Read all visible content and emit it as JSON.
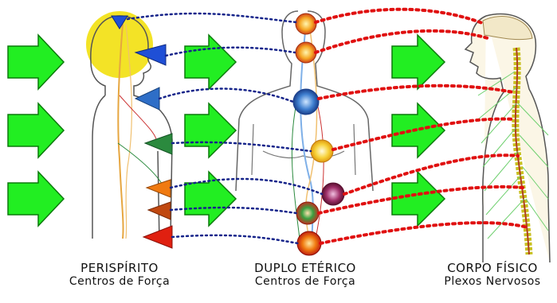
{
  "columns": [
    {
      "title": "PERISPÍRITO",
      "subtitle": "Centros de Força"
    },
    {
      "title": "DUPLO ETÉRICO",
      "subtitle": "Centros de Força"
    },
    {
      "title": "CORPO FÍSICO",
      "subtitle": "Plexos Nervosos"
    }
  ],
  "colors": {
    "arrow": "#22ee22",
    "arrow_outline": "#0b7a0b",
    "blue_dots": "#16248a",
    "red_dots": "#e01010",
    "outline": "#555555",
    "halo": "#f2e21a",
    "spine": "#c8c020"
  },
  "icons": [
    "green-arrow-icon",
    "chakra-cone-icon",
    "chakra-wheel-icon",
    "spine-icon"
  ]
}
